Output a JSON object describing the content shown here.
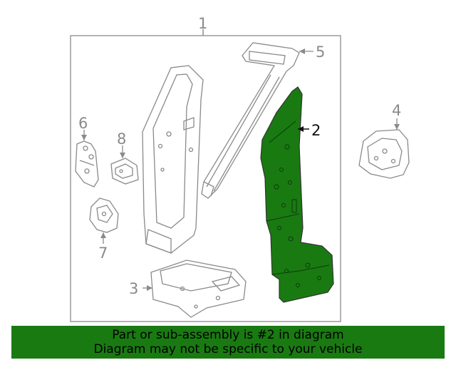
{
  "callouts": {
    "c1": "1",
    "c2": "2",
    "c3": "3",
    "c4": "4",
    "c5": "5",
    "c6": "6",
    "c7": "7",
    "c8": "8"
  },
  "banner": {
    "line1": "Part or sub-assembly is #2 in diagram",
    "line2": "Diagram may not be specific to your vehicle"
  },
  "colors": {
    "highlight_part": "#1a7a12",
    "banner_background": "#1a7a12",
    "line_art": "#8a8a8a"
  },
  "highlighted_callout": "2"
}
